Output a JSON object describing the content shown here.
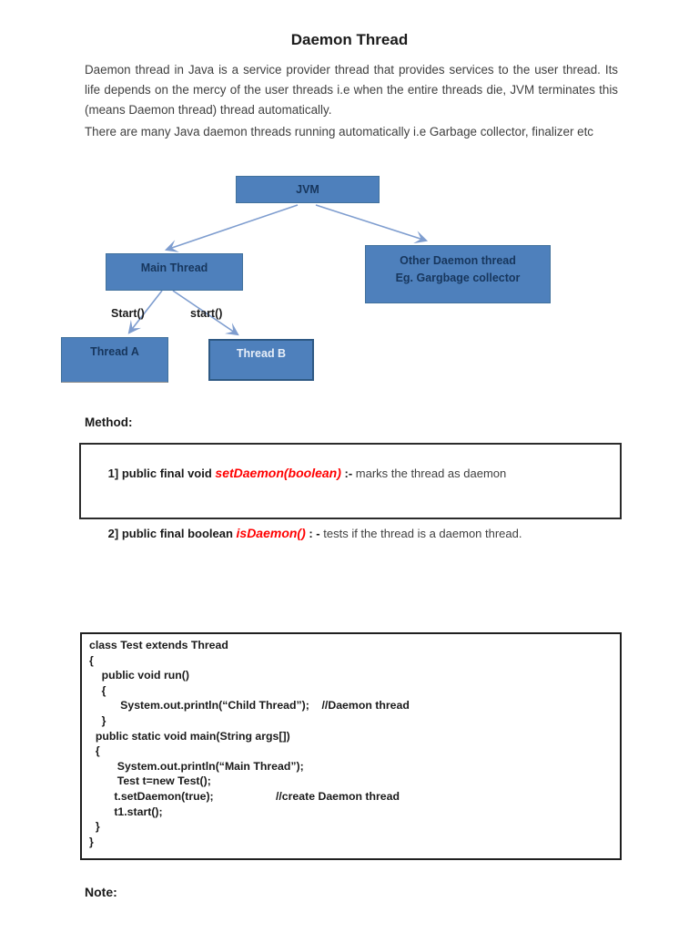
{
  "document": {
    "title": "Daemon Thread",
    "paragraph1": "Daemon thread in Java is a service provider thread that provides services to the user thread. Its life depends on the mercy of the user threads i.e when the entire threads die, JVM terminates this (means Daemon thread) thread automatically.",
    "paragraph2": "There are many Java daemon threads running automatically i.e Garbage collector, finalizer etc",
    "note_heading": "Note:"
  },
  "diagram": {
    "nodes": {
      "jvm": {
        "label": "JVM"
      },
      "main_thread": {
        "label": "Main Thread"
      },
      "other_daemon": {
        "line1": "Other Daemon thread",
        "line2": "Eg. Gargbage collector"
      },
      "thread_a": {
        "label": "Thread A"
      },
      "thread_b": {
        "label": "Thread B"
      }
    },
    "edge_labels": {
      "left": "Start()",
      "right": "start()"
    },
    "colors": {
      "box_fill": "#4e80bc",
      "box_border": "#41719c",
      "box_text": "#17365d",
      "thread_b_border": "#2e5984",
      "thread_b_text": "#e7eef8",
      "arrow": "#7e9dcf"
    }
  },
  "method_section": {
    "heading": "Method:",
    "items": [
      {
        "prefix": "1] public final void ",
        "method": "setDaemon(boolean)",
        "separator": " :- ",
        "description": "marks the thread as daemon"
      },
      {
        "prefix": "2] public final boolean ",
        "method": "isDaemon()",
        "separator": " : - ",
        "description": "tests if the thread is a daemon thread."
      }
    ],
    "method_color": "#ff0000"
  },
  "code_block": {
    "lines": [
      "class Test extends Thread",
      "{",
      "    public void run()",
      "    {",
      "          System.out.println(“Child Thread”);    //Daemon thread",
      "    }",
      "  public static void main(String args[])",
      "  {",
      "         System.out.println(“Main Thread”);",
      "         Test t=new Test();",
      "        t.setDaemon(true);                    //create Daemon thread",
      "        t1.start();",
      "  }",
      "",
      "}"
    ]
  }
}
